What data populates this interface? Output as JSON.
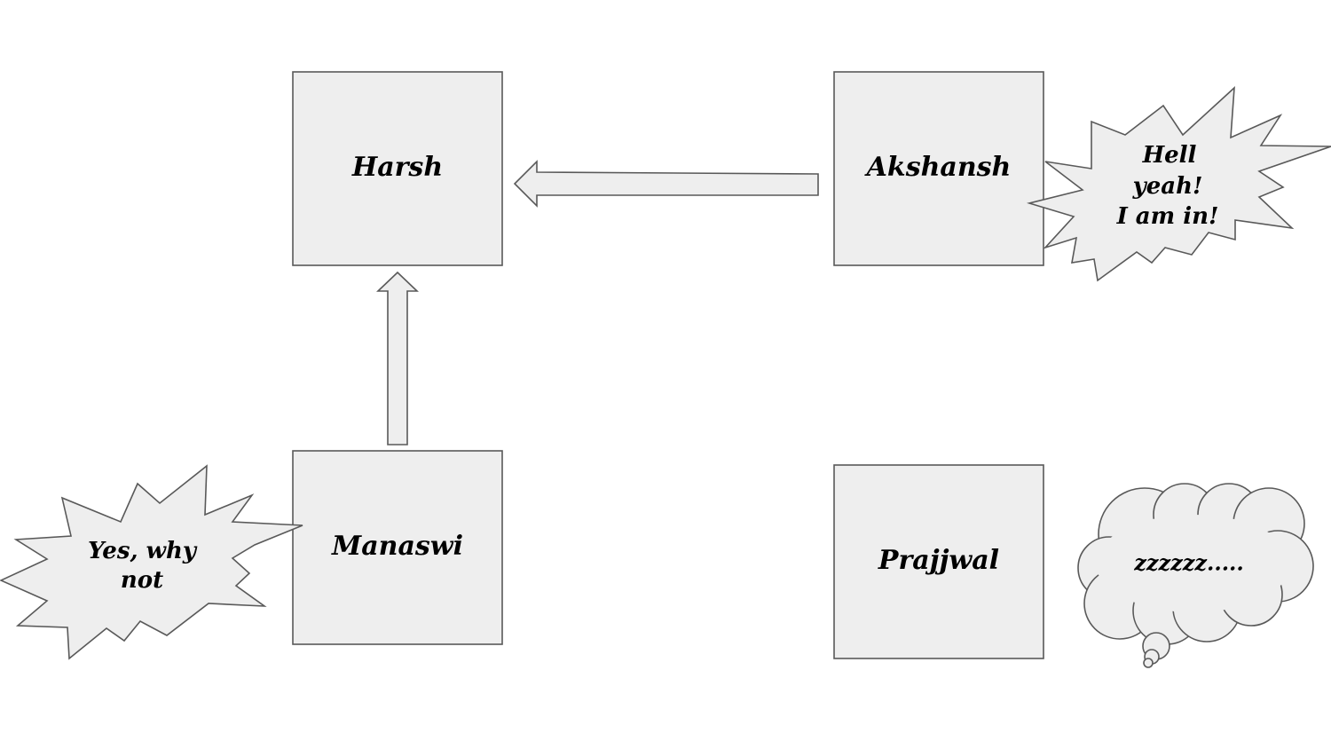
{
  "nodes": {
    "harsh": "Harsh",
    "akshansh": "Akshansh",
    "manaswi": "Manaswi",
    "prajjwal": "Prajjwal"
  },
  "callouts": {
    "akshansh": {
      "line1": "Hell",
      "line2": "yeah!",
      "line3": "I am in!"
    },
    "manaswi": {
      "line1": "Yes, why",
      "line2": "not"
    },
    "prajjwal": "zzzzzz....."
  },
  "colors": {
    "fill": "#eeeeee",
    "stroke": "#595959",
    "text": "#000000"
  }
}
